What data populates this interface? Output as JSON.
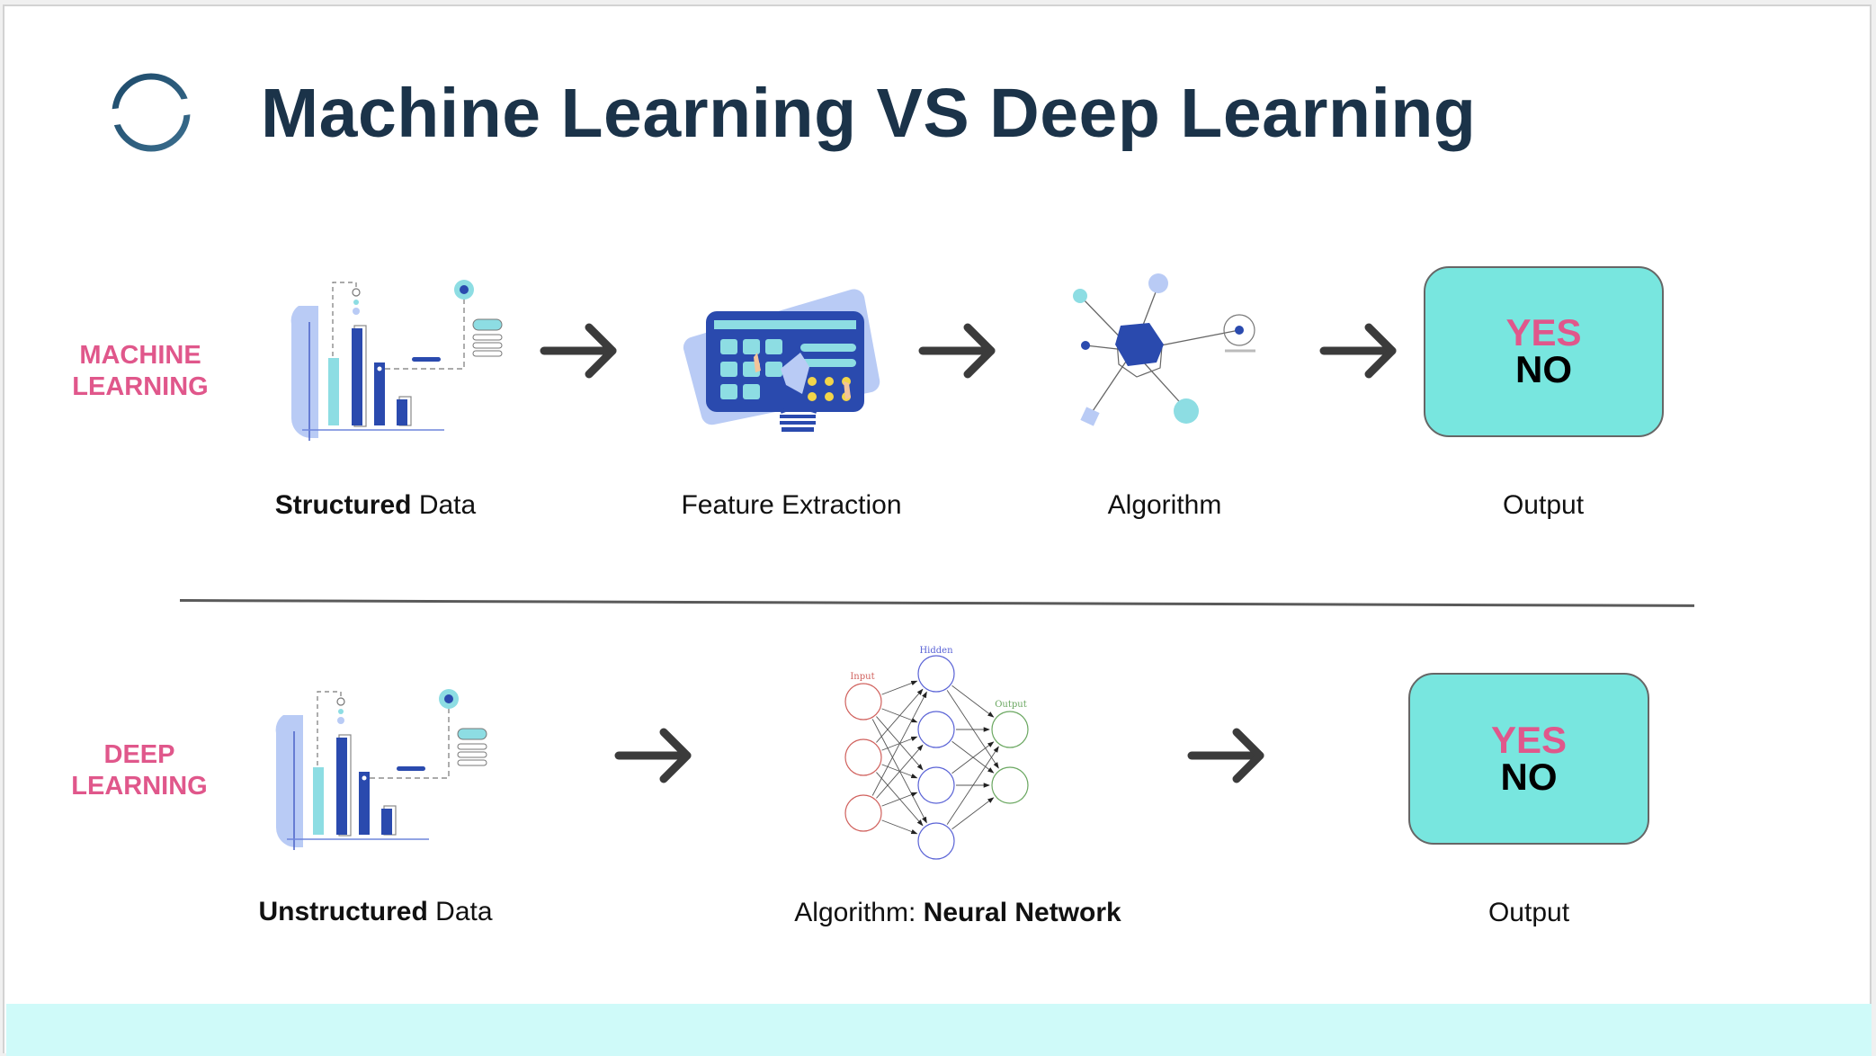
{
  "slide": {
    "title": "Machine Learning VS Deep Learning",
    "logo_icon": "orbit-logo-icon"
  },
  "colors": {
    "title": "#1b3349",
    "accent_pink": "#e0578b",
    "output_box": "#78e6df",
    "footer_band": "#cffaf9",
    "illustration_blue": "#2a4aae",
    "illustration_cyan": "#8ddde3",
    "illustration_light_blue": "#b9cbf5"
  },
  "machine_learning": {
    "row_label_line1": "MACHINE",
    "row_label_line2": "LEARNING",
    "steps": [
      {
        "icon": "bar-chart-illustration-icon",
        "caption_bold": "Structured",
        "caption_rest": " Data"
      },
      {
        "icon": "feature-extraction-illustration-icon",
        "caption": "Feature Extraction"
      },
      {
        "icon": "algorithm-network-illustration-icon",
        "caption": "Algorithm"
      },
      {
        "icon": "output-box",
        "yes": "YES",
        "no": "NO",
        "caption": "Output"
      }
    ]
  },
  "deep_learning": {
    "row_label_line1": "DEEP",
    "row_label_line2": "LEARNING",
    "steps": [
      {
        "icon": "bar-chart-illustration-icon",
        "caption_bold": "Unstructured",
        "caption_rest": " Data"
      },
      {
        "icon": "neural-network-diagram-icon",
        "caption_prefix": "Algorithm: ",
        "caption_bold": "Neural Network",
        "network": {
          "input_label": "Input",
          "hidden_label": "Hidden",
          "output_label": "Output",
          "layers": [
            3,
            4,
            2
          ]
        }
      },
      {
        "icon": "output-box",
        "yes": "YES",
        "no": "NO",
        "caption": "Output"
      }
    ]
  }
}
